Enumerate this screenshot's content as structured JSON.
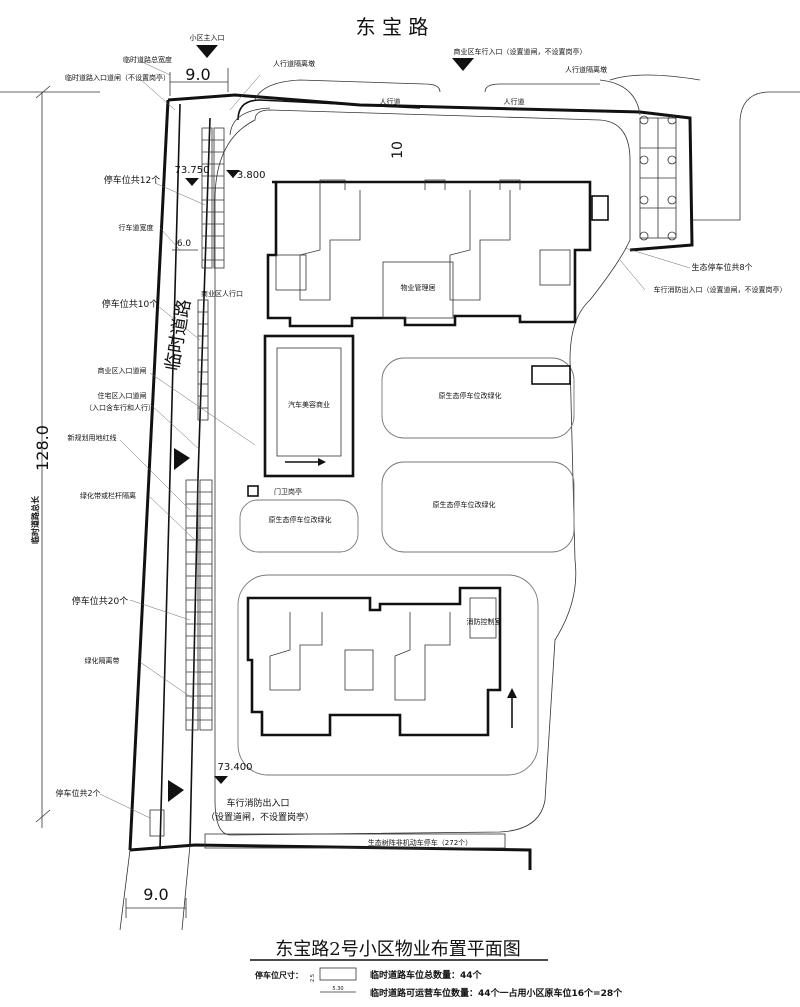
{
  "road": {
    "name": "东 宝 路"
  },
  "dims": {
    "top_width": "9.0",
    "bottom_width": "9.0",
    "lane_width": "6.0",
    "road_length": "128.0",
    "setback": "10",
    "elev_1": "73.750",
    "elev_2": "73.800",
    "elev_3": "73.400",
    "space_width": "5.30",
    "space_height": "2.5"
  },
  "labels": {
    "main_entrance": "小区主入口",
    "temp_road_width": "临时道路总宽度",
    "temp_road_gate": "临时道路入口道闸（不设置岗亭）",
    "commercial_entrance_top": "商业区车行入口（设置道闸，不设置岗亭）",
    "ped_isle_left": "人行道隔离墩",
    "ped_isle_right": "人行道隔离墩",
    "sidewalk_1": "人行道",
    "sidewalk_2": "人行道",
    "parking_12": "停车位共12个",
    "lane_width": "行车道宽度",
    "temp_road": "临时道路",
    "commercial_ped": "商业区人行口",
    "parking_10": "停车位共10个",
    "commercial_gate": "商业区入口道闸",
    "residential_gate": "住宅区入口道闸",
    "residential_gate_note": "（入口含车行和人行）",
    "planning_line": "新规划用地红线",
    "green_rail": "绿化带或栏杆隔离",
    "parking_20": "停车位共20个",
    "green_isle": "绿化隔离带",
    "parking_2": "停车位共2个",
    "road_length": "临时道路总长",
    "eco_parking_8": "生态停车位共8个",
    "fire_exit_right": "车行消防出入口（设置道闸，不设置岗亭）",
    "property_mgmt": "物业管理居",
    "car_beauty": "汽车美容商业",
    "eco_green_1": "原生态停车位改绿化",
    "eco_green_2": "原生态停车位改绿化",
    "eco_green_3": "原生态停车位改绿化",
    "guard_booth": "门卫岗亭",
    "fire_control": "消防控制室",
    "fire_exit_bottom": "车行消防出入口",
    "fire_exit_bottom_note": "（设置道闸，不设置岗亭）",
    "bike_parking": "生态树阵非机动车停车（272个）"
  },
  "footer": {
    "title": "东宝路2号小区物业布置平面图",
    "space_size_label": "停车位尺寸：",
    "total_spaces": "临时道路车位总数量：44个",
    "usable_spaces": "临时道路可运营车位数量：44个一占用小区原车位16个=28个"
  }
}
